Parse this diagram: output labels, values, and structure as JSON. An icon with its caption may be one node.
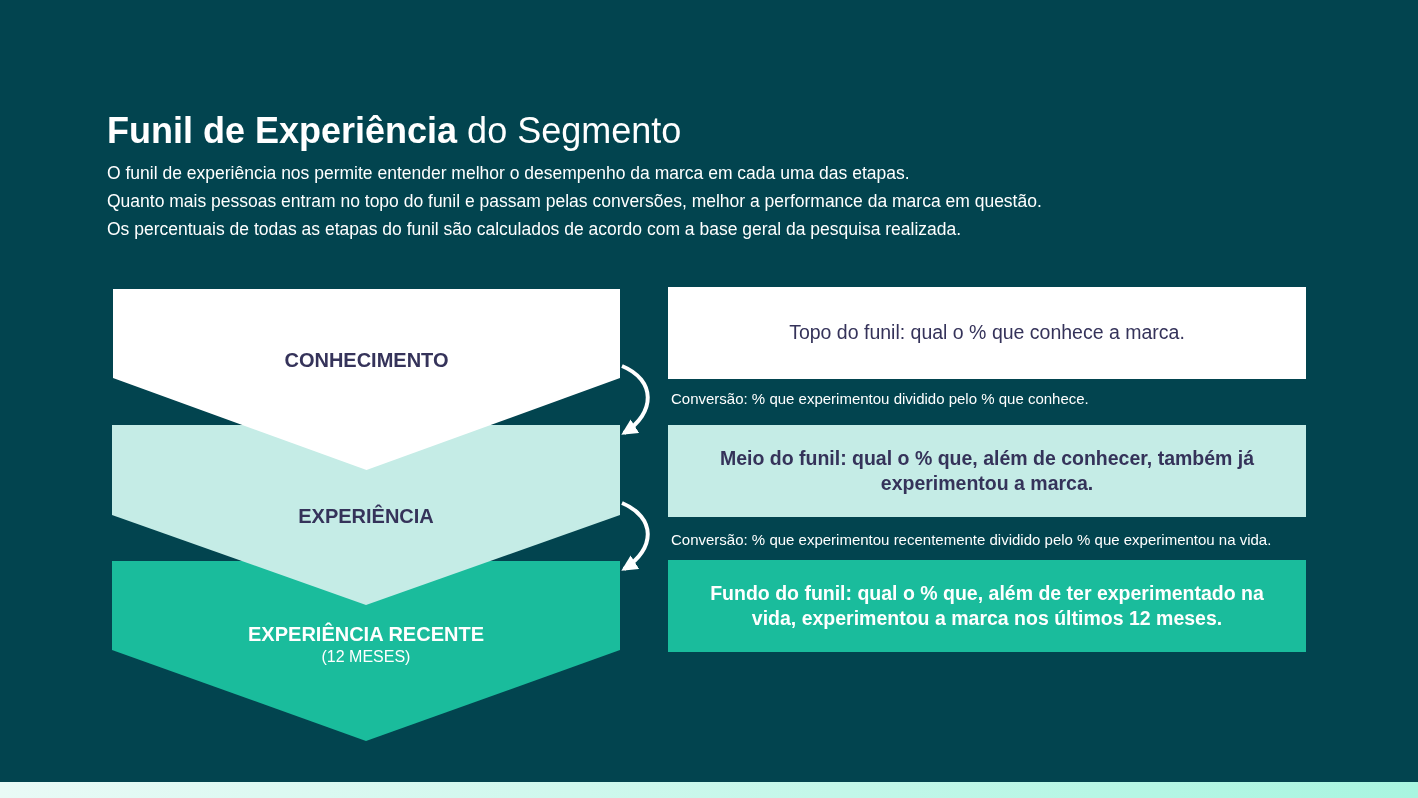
{
  "diagram": {
    "title": "**Funil de Experiência** do Segmento",
    "nodes": [
      {
        "text": [
          "CONHECIMENTO"
        ]
      },
      {
        "text": [
          "EXPERIÊNCIA"
        ]
      },
      {
        "text": [
          "EXPERIÊNCIA RECENTE",
          "(12 MESES)"
        ]
      },
      {
        "text": [
          "Topo do funil: qual o % que conhece a marca."
        ]
      },
      {
        "text": [
          "Meio do funil: qual o % que, além de conhecer, também já experimentou a marca."
        ]
      },
      {
        "text": [
          "Fundo do funil: qual o % que, além de ter experimentado na vida, experimentou a marca nos últimos 12 meses."
        ]
      }
    ],
    "edges": [
      {
        "from": 0,
        "to": 1,
        "arrow": "to"
      },
      {
        "from": 1,
        "to": 2,
        "arrow": "to"
      }
    ],
    "labels": [
      "O funil de experiência nos permite entender melhor o desempenho da marca em cada uma das etapas.",
      "Quanto mais pessoas entram no topo do funil e passam pelas conversões, melhor a performance da marca em questão.",
      "Os percentuais de todas as etapas do funil são calculados de acordo com a base geral da pesquisa realizada.",
      "Conversão: % que experimentou dividido pelo % que conhece.",
      "Conversão: % que experimentou recentemente dividido pelo % que experimentou na vida."
    ]
  }
}
